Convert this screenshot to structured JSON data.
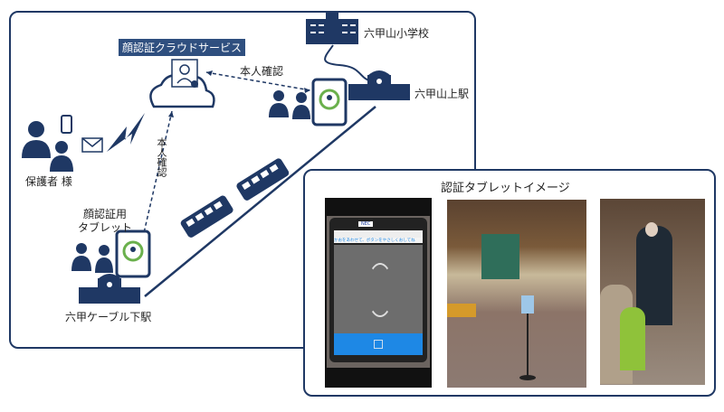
{
  "diagram": {
    "cloud_service_label": "顔認証クラウドサービス",
    "school_label": "六甲山小学校",
    "upper_station_label": "六甲山上駅",
    "lower_station_label": "六甲ケーブル下駅",
    "guardian_label": "保護者 様",
    "tablet_label_line1": "顔認証用",
    "tablet_label_line2": "タブレット",
    "verify_label_horizontal": "本人確認",
    "verify_label_vertical": "本人確認"
  },
  "tablet_images": {
    "title": "認証タブレットイメージ",
    "tablet_brand": "NEC",
    "tablet_prompt": "かおをあわせて、ボタンをやさしくおしてね"
  },
  "colors": {
    "navy": "#1f3864",
    "green": "#6ab04c",
    "screen_blue": "#1e88e5"
  }
}
